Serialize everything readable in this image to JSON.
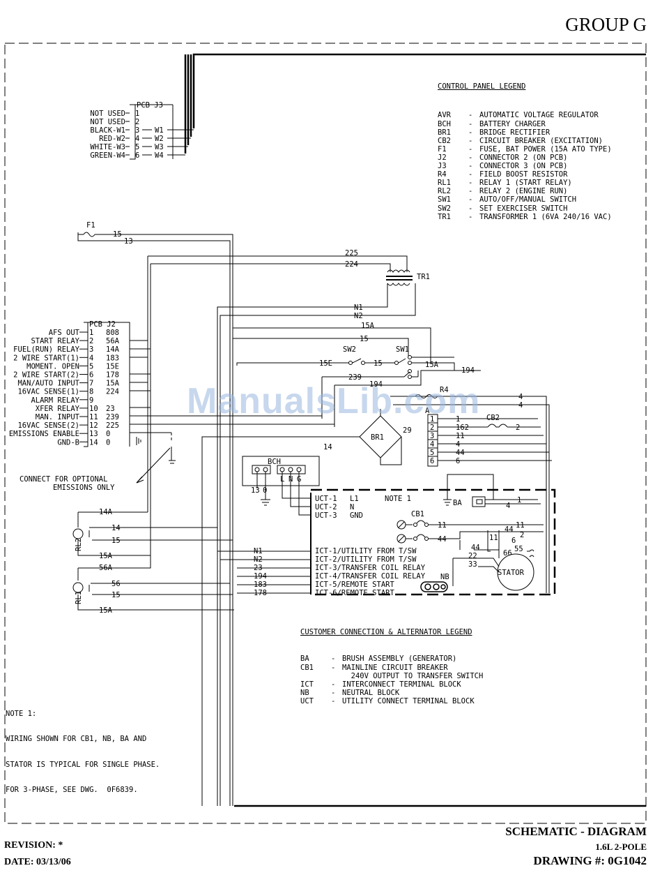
{
  "header": {
    "group": "GROUP G"
  },
  "footer": {
    "revision": "REVISION: *",
    "date": "DATE: 03/13/06",
    "title": "SCHEMATIC - DIAGRAM",
    "subtitle": "1.6L 2-POLE",
    "drawing": "DRAWING #: 0G1042"
  },
  "watermark": "ManualsLib.com",
  "control_legend": {
    "title": "CONTROL PANEL LEGEND",
    "items": [
      {
        "code": "AVR",
        "desc": "AUTOMATIC VOLTAGE REGULATOR"
      },
      {
        "code": "BCH",
        "desc": "BATTERY CHARGER"
      },
      {
        "code": "BR1",
        "desc": "BRIDGE RECTIFIER"
      },
      {
        "code": "CB2",
        "desc": "CIRCUIT BREAKER (EXCITATION)"
      },
      {
        "code": "F1",
        "desc": "FUSE, BAT POWER (15A ATO TYPE)"
      },
      {
        "code": "J2",
        "desc": "CONNECTOR 2 (ON PCB)"
      },
      {
        "code": "J3",
        "desc": "CONNECTOR 3 (ON PCB)"
      },
      {
        "code": "R4",
        "desc": "FIELD BOOST RESISTOR"
      },
      {
        "code": "RL1",
        "desc": "RELAY 1 (START RELAY)"
      },
      {
        "code": "RL2",
        "desc": "RELAY 2 (ENGINE RUN)"
      },
      {
        "code": "SW1",
        "desc": "AUTO/OFF/MANUAL SWITCH"
      },
      {
        "code": "SW2",
        "desc": "SET EXERCISER SWITCH"
      },
      {
        "code": "TR1",
        "desc": "TRANSFORMER 1 (6VA 240/16 VAC)"
      }
    ]
  },
  "customer_legend": {
    "title": "CUSTOMER CONNECTION & ALTERNATOR LEGEND",
    "items": [
      {
        "code": "BA",
        "desc": "BRUSH ASSEMBLY (GENERATOR)"
      },
      {
        "code": "CB1",
        "desc": "MAINLINE CIRCUIT BREAKER"
      },
      {
        "code": "",
        "desc": "  240V OUTPUT TO TRANSFER SWITCH"
      },
      {
        "code": "ICT",
        "desc": "INTERCONNECT TERMINAL BLOCK"
      },
      {
        "code": "NB",
        "desc": "NEUTRAL BLOCK"
      },
      {
        "code": "UCT",
        "desc": "UTILITY CONNECT TERMINAL BLOCK"
      }
    ]
  },
  "note": {
    "title": "NOTE 1:",
    "lines": [
      "WIRING SHOWN FOR CB1, NB, BA AND",
      "STATOR IS TYPICAL FOR SINGLE PHASE.",
      "FOR 3-PHASE, SEE DWG.  0F6839."
    ]
  },
  "pcb_j3": {
    "label": "PCB J3",
    "pins": [
      {
        "name": "NOT USED",
        "pin": "1",
        "wire": ""
      },
      {
        "name": "NOT USED",
        "pin": "2",
        "wire": ""
      },
      {
        "name": "BLACK-W1",
        "pin": "3",
        "wire": "W1"
      },
      {
        "name": "RED-W2",
        "pin": "4",
        "wire": "W2"
      },
      {
        "name": "WHITE-W3",
        "pin": "5",
        "wire": "W3"
      },
      {
        "name": "GREEN-W4",
        "pin": "6",
        "wire": "W4"
      }
    ]
  },
  "pcb_j2": {
    "label": "PCB J2",
    "pins": [
      {
        "name": "AFS OUT",
        "pin": "1",
        "wire": "808"
      },
      {
        "name": "START RELAY",
        "pin": "2",
        "wire": "56A"
      },
      {
        "name": "FUEL(RUN) RELAY",
        "pin": "3",
        "wire": "14A"
      },
      {
        "name": "2 WIRE START(1)",
        "pin": "4",
        "wire": "183"
      },
      {
        "name": "MOMENT. OPEN",
        "pin": "5",
        "wire": "15E"
      },
      {
        "name": "2 WIRE START(2)",
        "pin": "6",
        "wire": "178"
      },
      {
        "name": "MAN/AUTO INPUT",
        "pin": "7",
        "wire": "15A"
      },
      {
        "name": "16VAC SENSE(1)",
        "pin": "8",
        "wire": "224"
      },
      {
        "name": "ALARM RELAY",
        "pin": "9",
        "wire": ""
      },
      {
        "name": "XFER RELAY",
        "pin": "10",
        "wire": "23"
      },
      {
        "name": "MAN. INPUT",
        "pin": "11",
        "wire": "239"
      },
      {
        "name": "16VAC SENSE(2)",
        "pin": "12",
        "wire": "225"
      },
      {
        "name": "EMISSIONS ENABLE",
        "pin": "13",
        "wire": "0"
      },
      {
        "name": "GND-B",
        "pin": "14",
        "wire": "0"
      }
    ]
  },
  "emissions_note": [
    "CONNECT FOR OPTIONAL",
    "EMISSIONS ONLY"
  ],
  "labels": {
    "f1": "F1",
    "tr1": "TR1",
    "sw1": "SW1",
    "sw2": "SW2",
    "r4": "R4",
    "cb2": "CB2",
    "br1": "BR1",
    "bch": "BCH",
    "cb1": "CB1",
    "ba": "BA",
    "nb": "NB",
    "stator": "STATOR",
    "note1": "NOTE 1",
    "rl1": "RL1",
    "rl2": "RL2",
    "a": "A",
    "bch_pins": [
      "1",
      "3",
      "0",
      "L",
      "N",
      "G"
    ]
  },
  "wires": {
    "w15_f1": "15",
    "w13_f1": "13",
    "w225": "225",
    "w224": "224",
    "n1": "N1",
    "n2": "N2",
    "w15a": "15A",
    "w15": "15",
    "w15e": "15E",
    "w15_sw2": "15",
    "w15a_sw1": "15A",
    "w194": "194",
    "w239": "239",
    "w194b": "194",
    "w4a": "4",
    "w4b": "4",
    "w14": "14",
    "w29": "29",
    "w14a": "14A",
    "w14_rl2": "14",
    "w15_rl2": "15",
    "w15a_rl2": "15A",
    "w56a": "56A",
    "w56": "56",
    "w15_rl1": "15",
    "w15a_rl1": "15A",
    "w13_bch": "13",
    "w0_bch": "0",
    "w1_ba": "1",
    "w4_ba": "4",
    "w11": "11",
    "w44": "44",
    "w11b": "11",
    "w44b": "44",
    "w2": "2",
    "w11c": "11",
    "w44c": "44",
    "w6": "6",
    "w55": "55",
    "w66": "66",
    "w22": "22",
    "w33": "33",
    "w2_cb2": "2"
  },
  "r4_block": [
    {
      "pin": "1",
      "wire": "1"
    },
    {
      "pin": "2",
      "wire": "162"
    },
    {
      "pin": "3",
      "wire": "11"
    },
    {
      "pin": "4",
      "wire": "4"
    },
    {
      "pin": "5",
      "wire": "44"
    },
    {
      "pin": "6",
      "wire": "6"
    }
  ],
  "uct": [
    {
      "label": "UCT-1",
      "signal": "L1"
    },
    {
      "label": "UCT-2",
      "signal": "N"
    },
    {
      "label": "UCT-3",
      "signal": "GND"
    }
  ],
  "ict": [
    {
      "wire": "N1",
      "label": "ICT-1/UTILITY FROM T/SW"
    },
    {
      "wire": "N2",
      "label": "ICT-2/UTILITY FROM T/SW"
    },
    {
      "wire": "23",
      "label": "ICT-3/TRANSFER COIL RELAY"
    },
    {
      "wire": "194",
      "label": "ICT-4/TRANSFER COIL RELAY"
    },
    {
      "wire": "183",
      "label": "ICT-5/REMOTE START"
    },
    {
      "wire": "178",
      "label": "ICT-6/REMOTE START"
    }
  ]
}
